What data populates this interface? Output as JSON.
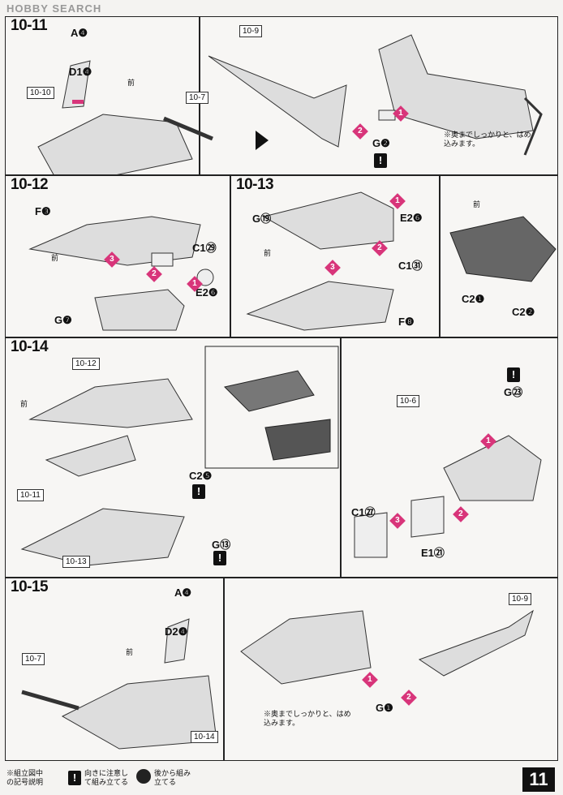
{
  "watermark": "HOBBY SEARCH",
  "page_number": "11",
  "direction_mark": "前",
  "note_text": "※奥までしっかりと、はめ込みます。",
  "steps": {
    "s11": {
      "title": "10-11",
      "refs": [
        "10-10",
        "10-7"
      ],
      "parts": [
        "A❹",
        "D1❹"
      ]
    },
    "s11b": {
      "refs": [
        "10-9"
      ],
      "parts": [
        "G❷"
      ]
    },
    "s12": {
      "title": "10-12",
      "parts": [
        "F❸",
        "C1㉙",
        "E2❻",
        "G❼"
      ]
    },
    "s13": {
      "title": "10-13",
      "parts": [
        "G⑲",
        "E2❻",
        "C1㉛",
        "F❽",
        "C2❶",
        "C2❷"
      ]
    },
    "s14": {
      "title": "10-14",
      "refs": [
        "10-12",
        "10-11",
        "10-13",
        "10-6"
      ],
      "parts": [
        "C2❺",
        "G⑬",
        "G㉓",
        "C1㉗",
        "E1㉑"
      ]
    },
    "s15": {
      "title": "10-15",
      "refs": [
        "10-7",
        "10-14",
        "10-9"
      ],
      "parts": [
        "A❹",
        "D2❹",
        "G❶"
      ]
    }
  },
  "legend": {
    "title": "※組立図中の記号説明",
    "item1": "向きに注意して組み立てる",
    "item2": "後から組み立てる"
  },
  "colors": {
    "accent": "#d8357a"
  }
}
